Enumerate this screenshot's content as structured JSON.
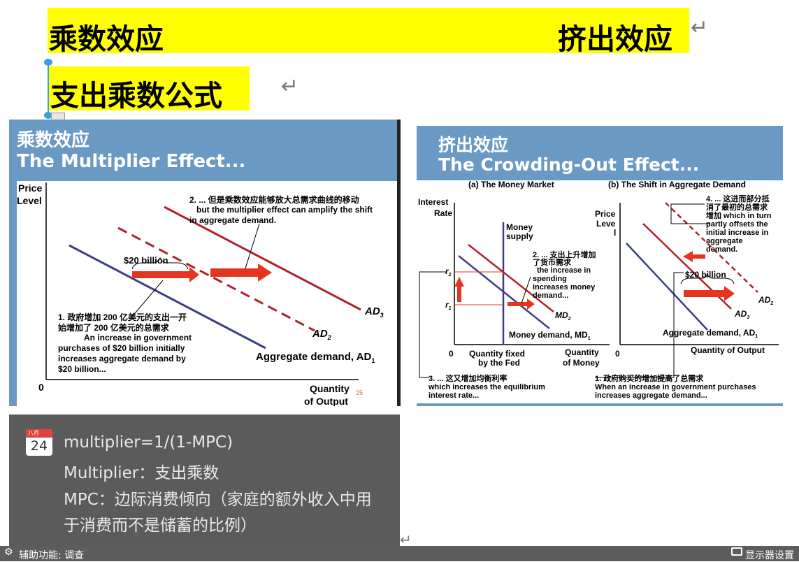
{
  "doc": {
    "heading_left": "乘数效应",
    "heading_right": "挤出效应",
    "subheading": "支出乘数公式",
    "para_mark": "↵",
    "highlight_color": "#ffff00"
  },
  "slide_left": {
    "title_cn": "乘数效应",
    "title_en": "The Multiplier Effect...",
    "header_color": "#6a9ac4",
    "y_label_1": "Price",
    "y_label_2": "Level",
    "origin": "0",
    "x_label_1": "Quantity",
    "x_label_2": "of Output",
    "page_number": "25",
    "note2_cn": "2. ... 但是乘数效应能够放大总需求曲线的移动",
    "note2_en_1": "but the multiplier effect can amplify the shift",
    "note2_en_2": "in aggregate demand.",
    "billion_label": "$20 billion",
    "ad3_label": "AD",
    "ad3_sub": "3",
    "ad2_label": "AD",
    "ad2_sub": "2",
    "ad1_label": "Aggregate demand, AD",
    "ad1_sub": "1",
    "note1_cn_1": "1. 政府增加 200 亿美元的支出一开",
    "note1_cn_2": "始增加了 200 亿美元的总需求",
    "note1_en_1": "An increase in government",
    "note1_en_2": "purchases of $20 billion initially",
    "note1_en_3": "increases aggregate demand by",
    "note1_en_4": "$20 billion..."
  },
  "slide_right": {
    "title_cn": "挤出效应",
    "title_en": "The Crowding-Out Effect...",
    "panel_a_title": "(a) The Money Market",
    "panel_b_title": "(b) The Shift in Aggregate Demand",
    "y_a_1": "Interest",
    "y_a_2": "Rate",
    "money_supply_1": "Money",
    "money_supply_2": "supply",
    "note2_cn_1": "2. ... 支出上升增加",
    "note2_cn_2": "了货币需求",
    "note2_en_1": "the increase in",
    "note2_en_2": "spending",
    "note2_en_3": "increases money",
    "note2_en_4": "demand...",
    "r2_label": "r",
    "r2_sub": "2",
    "r1_label": "r",
    "r1_sub": "1",
    "md2_label": "MD",
    "md2_sub": "2",
    "md1_label": "Money demand, MD",
    "md1_sub": "1",
    "origin_a": "0",
    "qfixed_1": "Quantity fixed",
    "qfixed_2": "by the Fed",
    "qmoney_1": "Quantity",
    "qmoney_2": "of Money",
    "note3_cn": "3. ... 这又增加均衡利率",
    "note3_en_1": "which increases the equilibrium",
    "note3_en_2": "interest rate...",
    "y_b_1": "Price",
    "y_b_2": "Leve",
    "y_b_3": "l",
    "note4_cn_1": "4. ... 这进而部分抵",
    "note4_cn_2": "消了最初的总需求",
    "note4_cn_3": "增加 which in turn",
    "note4_en_1": "partly offsets the",
    "note4_en_2": "initial increase in",
    "note4_en_3": "aggregate",
    "note4_en_4": "demand.",
    "billion_label": "$20 billion",
    "ad2_label": "AD",
    "ad2_sub": "2",
    "ad3_label": "AD",
    "ad3_sub": "3",
    "ad1_label": "Aggregate demand, AD",
    "ad1_sub": "1",
    "origin_b": "0",
    "x_b": "Quantity of Output",
    "note1_cn": "1. 政府购买的增加提高了总需求",
    "note1_en_1": "When an increase in government purchases",
    "note1_en_2": "increases aggregate demand..."
  },
  "note": {
    "calendar_month": "八月",
    "calendar_day": "24",
    "line1": "multiplier=1/(1-MPC)",
    "line2": "Multiplier：支出乘数",
    "line3": "MPC：边际消费倾向（家庭的额外收入中用",
    "line4": "于消费而不是储蓄的比例）"
  },
  "status_bar": {
    "accessibility": "辅助功能: 调查",
    "display_settings": "显示器设置"
  }
}
